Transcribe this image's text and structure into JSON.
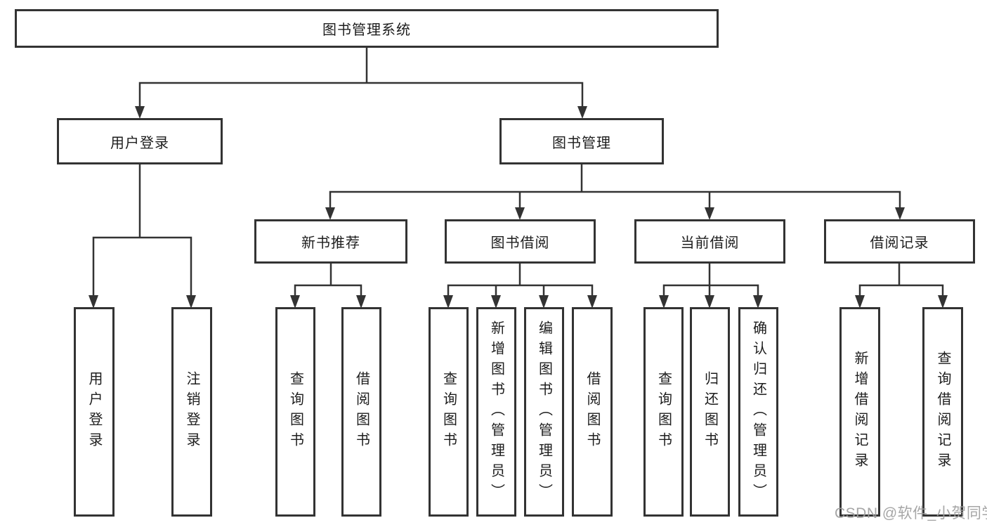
{
  "tree": {
    "label": "图书管理系统",
    "children": [
      {
        "label": "用户登录",
        "children": [
          {
            "label": "用户登录"
          },
          {
            "label": "注销登录"
          }
        ]
      },
      {
        "label": "图书管理",
        "children": [
          {
            "label": "新书推荐",
            "children": [
              {
                "label": "查询图书"
              },
              {
                "label": "借阅图书"
              }
            ]
          },
          {
            "label": "图书借阅",
            "children": [
              {
                "label": "查询图书"
              },
              {
                "label": "新增图书（管理员）"
              },
              {
                "label": "编辑图书（管理员）"
              },
              {
                "label": "借阅图书"
              }
            ]
          },
          {
            "label": "当前借阅",
            "children": [
              {
                "label": "查询图书"
              },
              {
                "label": "归还图书"
              },
              {
                "label": "确认归还（管理员）"
              }
            ]
          },
          {
            "label": "借阅记录",
            "children": [
              {
                "label": "新增借阅记录"
              },
              {
                "label": "查询借阅记录"
              }
            ]
          }
        ]
      }
    ]
  },
  "watermark": "CSDN @软件_小贺同学",
  "colors": {
    "line": "#333333",
    "border": "#333333",
    "text": "#1d1d1d",
    "background": "#ffffff",
    "watermark": "#9e9e9e"
  }
}
